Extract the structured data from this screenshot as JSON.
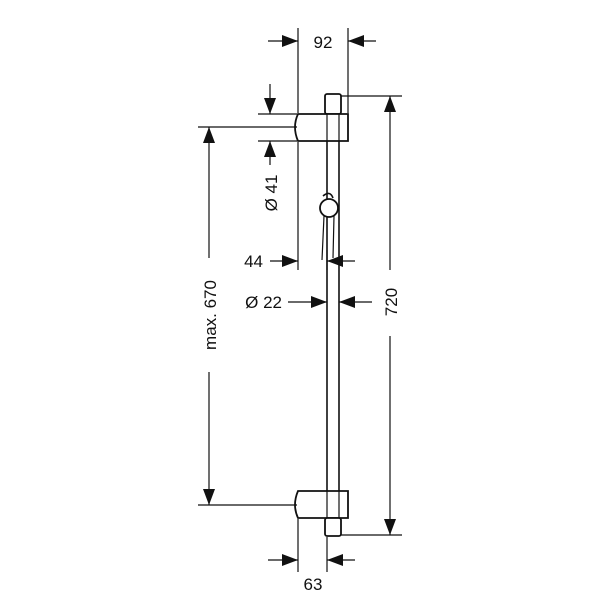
{
  "dimensions": {
    "top_width": "92",
    "bracket_diameter": "Ø 41",
    "offset": "44",
    "rail_diameter": "Ø 22",
    "max_height": "max. 670",
    "total_height": "720",
    "bottom_width": "63"
  }
}
